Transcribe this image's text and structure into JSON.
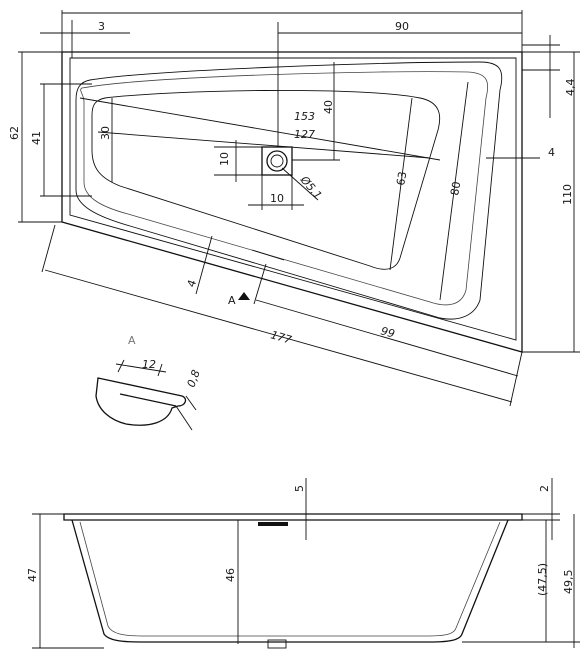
{
  "top_view": {
    "width_total": "177",
    "width_upper": "90",
    "offset_left": "3",
    "height_total": "110",
    "height_left_outer": "62",
    "height_left_inner": "41",
    "basin_left": "30",
    "basin_depth_right": "63",
    "basin_outer_right": "80",
    "length_153": "153",
    "length_127": "127",
    "drain_offset_x": "10",
    "drain_offset_y": "10",
    "drain_to_top": "40",
    "drain_diameter": "Ø5,1",
    "right_margin": "4",
    "top_right_margin": "4,4",
    "bottom_edge_offset": "4",
    "lower_right_99": "99",
    "section_marker": "A"
  },
  "detail_a": {
    "title": "A",
    "width": "12",
    "thickness": "0,8"
  },
  "side_view": {
    "height_left": "47",
    "inner_depth": "46",
    "rim": "5",
    "rim_right": "2",
    "depth_paren": "(47,5)",
    "height_right": "49,5"
  }
}
